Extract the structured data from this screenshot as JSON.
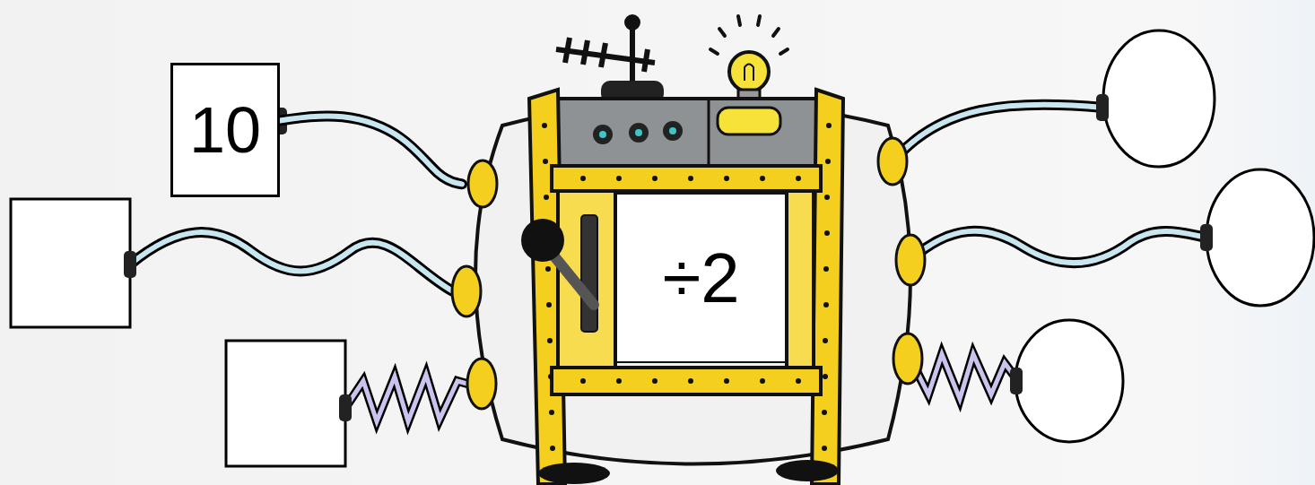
{
  "diagram": {
    "nodes": [
      {
        "text": [
          "10"
        ]
      },
      {
        "text": [
          "÷2"
        ]
      }
    ],
    "edges": [
      {
        "from": 0,
        "to": 1,
        "arrow": "none"
      }
    ]
  }
}
